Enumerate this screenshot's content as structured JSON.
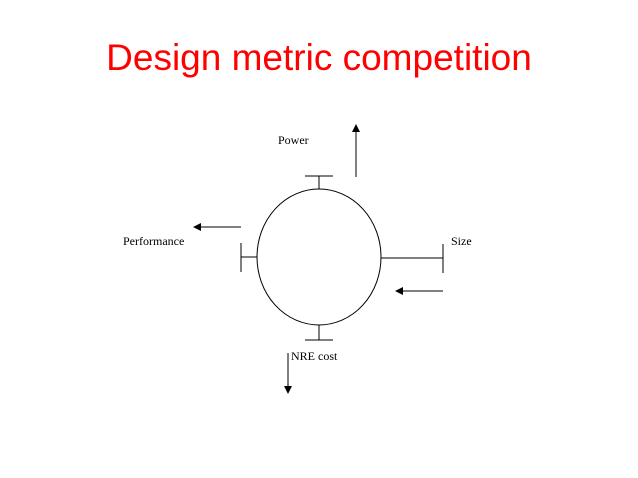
{
  "slide": {
    "title": "Design metric competition"
  },
  "diagram": {
    "labels": {
      "power": "Power",
      "performance": "Performance",
      "size": "Size",
      "nre_cost": "NRE cost"
    },
    "colors": {
      "title": "#ff0000",
      "stroke": "#000000",
      "background": "#ffffff"
    }
  }
}
